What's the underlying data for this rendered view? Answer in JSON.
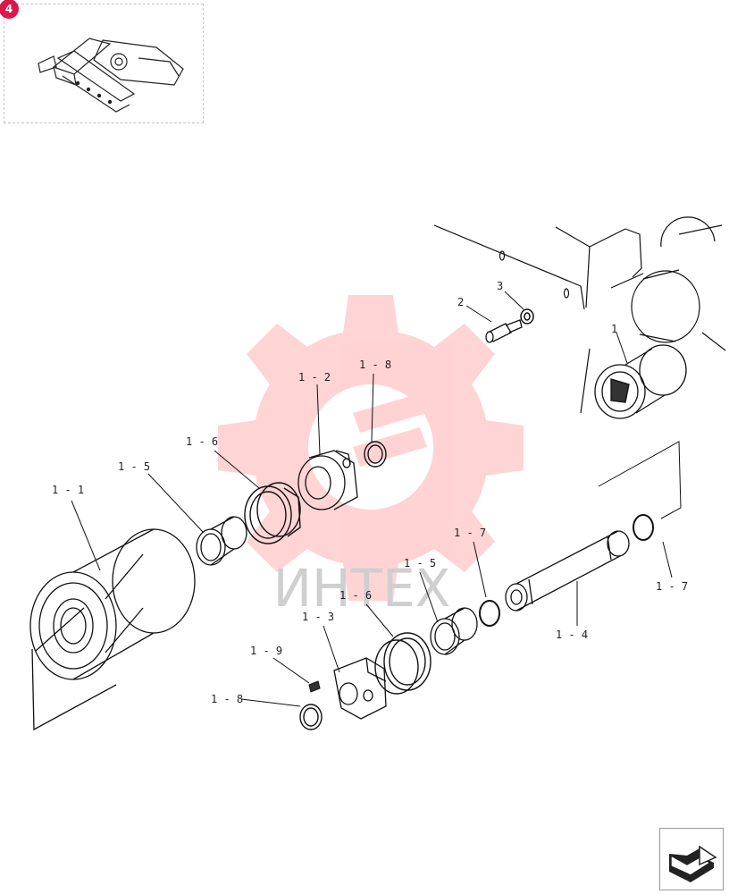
{
  "thumbnail": {
    "badge": "4"
  },
  "watermark": {
    "text": "ИНТЕХ",
    "color": "#ff3b3b"
  },
  "callouts": {
    "c1": "1",
    "c2": "2",
    "c3": "3",
    "c1_1": "1 - 1",
    "c1_2": "1 - 2",
    "c1_3": "1 - 3",
    "c1_4": "1 - 4",
    "c1_5a": "1 - 5",
    "c1_5b": "1 - 5",
    "c1_6a": "1 - 6",
    "c1_6b": "1 - 6",
    "c1_7a": "1 - 7",
    "c1_7b": "1 - 7",
    "c1_8a": "1 - 8",
    "c1_8b": "1 - 8",
    "c1_9": "1 - 9"
  },
  "nav": {
    "icon": "next-page-arrow-icon"
  }
}
